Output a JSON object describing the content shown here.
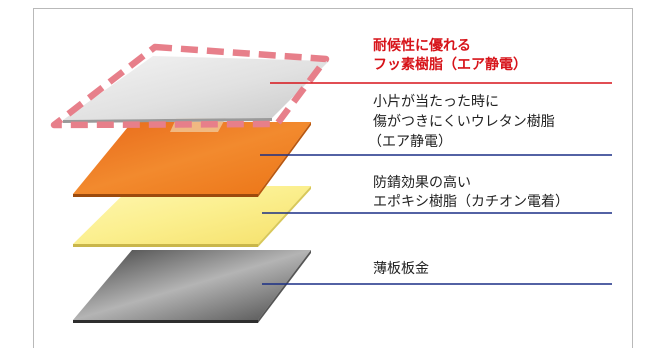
{
  "layers": [
    {
      "id": "fluoro",
      "lines": [
        "耐候性に優れる",
        "フッ素樹脂（エア静電）"
      ],
      "emphasis": true
    },
    {
      "id": "urethane",
      "lines": [
        "小片が当たった時に",
        "傷がつきにくいウレタン樹脂",
        "（エア静電）"
      ]
    },
    {
      "id": "epoxy",
      "lines": [
        "防錆効果の高い",
        "エポキシ樹脂（カチオン電着）"
      ]
    },
    {
      "id": "sheet",
      "lines": [
        "薄板板金"
      ]
    }
  ],
  "colors": {
    "emphasis_text": "#d7141a",
    "emphasis_leader": "#d7141a",
    "leader": "#1a2f85",
    "highlight_dash": "#e77f8a",
    "layer_silver": "#dcdcdc",
    "layer_orange": "#ef7a1c",
    "layer_yellow": "#f9ec8a",
    "layer_steel": "#7a7a7a"
  }
}
